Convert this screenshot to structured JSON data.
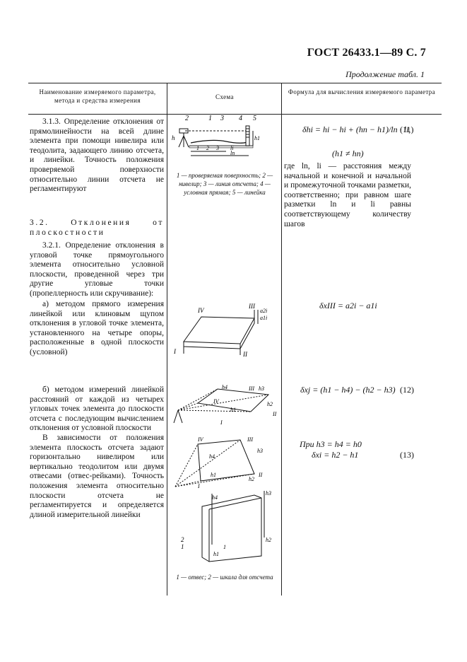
{
  "header": {
    "doc_code": "ГОСТ 26433.1—89 С. 7",
    "continuation": "Продолжение табл. 1"
  },
  "columns": {
    "col1": "Наименование измеряемого параметра, метода и средства измерения",
    "col2": "Схема",
    "col3": "Формула для вычисления измеряемого параметра"
  },
  "rows": {
    "r313": {
      "text": "3.1.3. Определение отклонения от прямолинейности на всей длине элемента при помощи нивелира или теодолита, задающего линию отсчета, и линейки. Точность положения проверяемой поверхности относительно линии отсчета не регламентируют",
      "caption": "1 — проверяемая поверхность; 2 — нивелир; 3 — линия отсчета; 4 — условная прямая; 5 — линейка",
      "formula": "δhi = hi − hi + (hn − h1)/ln · li,",
      "formula_num": "(11)",
      "condition": "(h1 ≠ hn)",
      "note": "где ln, li — расстояния между начальной и конечной и начальной и промежуточной точками разметки, соответственно; при равном шаге разметки ln и li равны соответствующему количеству шагов"
    },
    "r32": {
      "title": "3.2. Отклонения от плоскостности"
    },
    "r321": {
      "text": "3.2.1. Определение отклонения в угловой точке прямоугольного элемента относительно условной плоскости, проведенной через три другие угловые точки (пропеллерность или скручивание):"
    },
    "ra": {
      "text": "а) методом прямого измерения линейкой или клиновым щупом отклонения в угловой точке элемента, установленного на четыре опоры, расположенные в одной плоскости (условной)",
      "formula": "δxIII = a2i − a1i"
    },
    "rb": {
      "text1": "б) методом измерений линейкой расстояний от каждой из четырех угловых точек элемента до плоскости отсчета с последующим вычислением отклонения от условной плоскости",
      "text2": "В зависимости от положения элемента плоскость отсчета задают горизонтально нивелиром или вертикально теодолитом или двумя отвесами (отвес-рейками). Точность положения элемента относительно плоскости отсчета не регламентируется и определяется длиной измерительной линейки",
      "formula12": "δxj = (h1 − h4) − (h2 − h3)",
      "formula12_num": "(12)",
      "cond13": "При h3 = h4 = h0",
      "formula13": "δxi = h2 − h1",
      "formula13_num": "(13)",
      "caption": "1 — отвес; 2 — шкала для отсчета"
    }
  },
  "diagram_labels": {
    "d1": [
      "2",
      "1",
      "3",
      "4",
      "5",
      "h",
      "h1",
      "1",
      "2",
      "3",
      "li",
      "ln"
    ],
    "d2": [
      "IV",
      "III",
      "I",
      "II",
      "a2i",
      "a1i"
    ],
    "d3": [
      "IV",
      "h4",
      "III",
      "h3",
      "h2",
      "h1",
      "I",
      "II"
    ],
    "d4": [
      "IV",
      "h4",
      "III",
      "h3",
      "h2",
      "h1",
      "I",
      "II"
    ],
    "d5": [
      "h4",
      "h3",
      "2",
      "1",
      "h1",
      "1",
      "h2"
    ]
  }
}
